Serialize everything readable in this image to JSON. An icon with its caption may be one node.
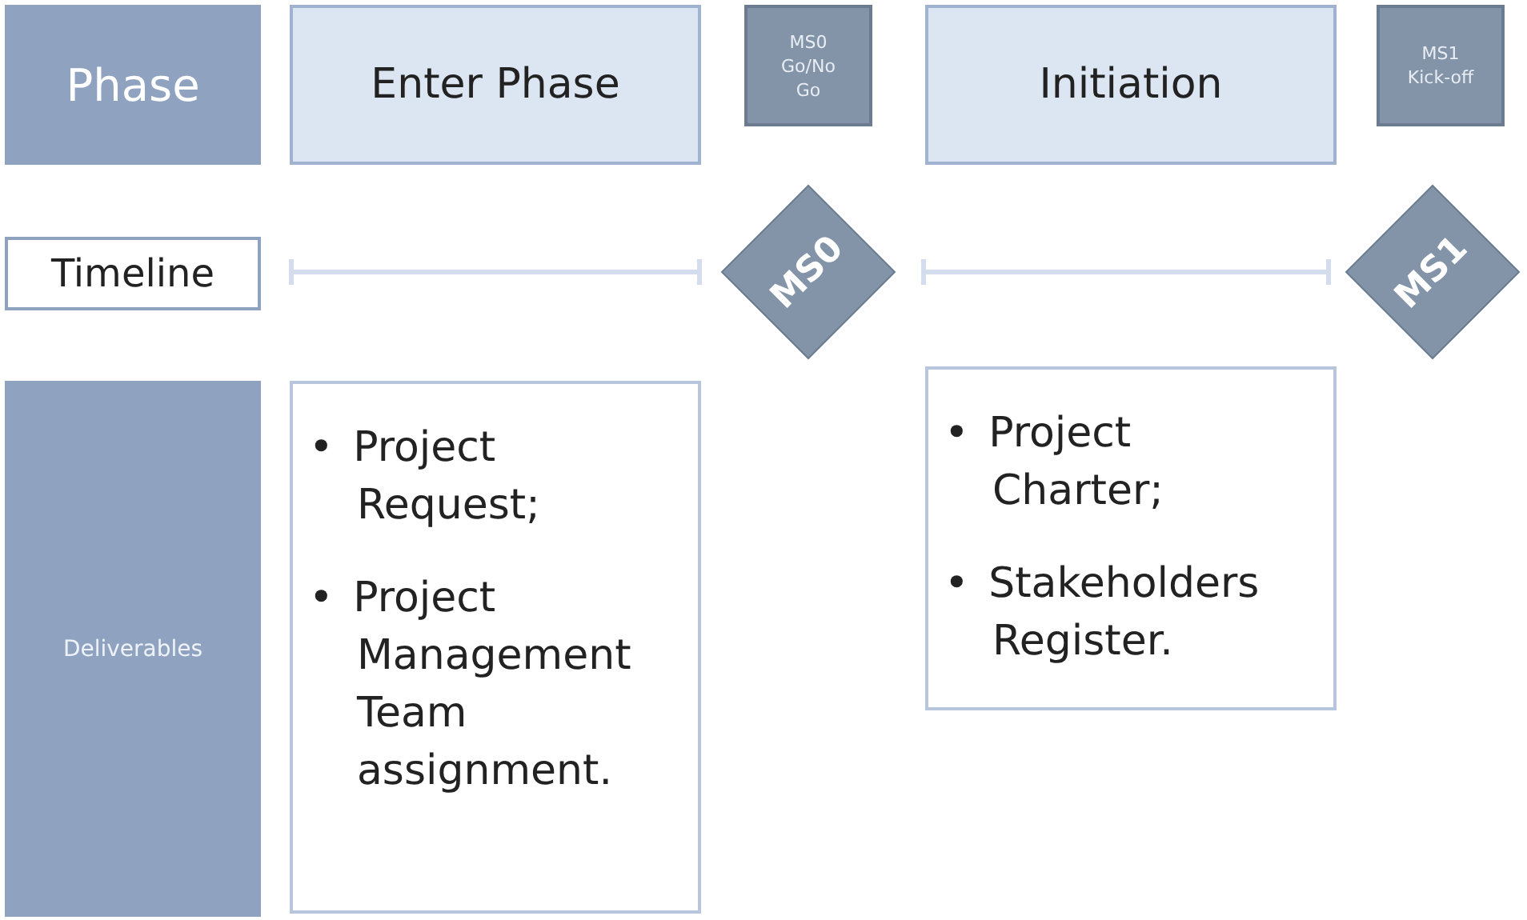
{
  "diagram": {
    "nodes": [
      {
        "text": [
          "Phase"
        ]
      },
      {
        "text": [
          "Enter Phase"
        ]
      },
      {
        "text": [
          "MS0 Go/No Go"
        ]
      },
      {
        "text": [
          "Initiation"
        ]
      },
      {
        "text": [
          "MS1 Kick-off"
        ]
      },
      {
        "text": [
          "Timeline"
        ]
      },
      {
        "text": [
          "MS0"
        ]
      },
      {
        "text": [
          "MS1"
        ]
      },
      {
        "text": [
          "Deliverables"
        ]
      },
      {
        "text": [
          "• Project Request;",
          "• Project Management Team assignment."
        ]
      },
      {
        "text": [
          "• Project Charter;",
          "• Stakeholders Register."
        ]
      }
    ]
  }
}
